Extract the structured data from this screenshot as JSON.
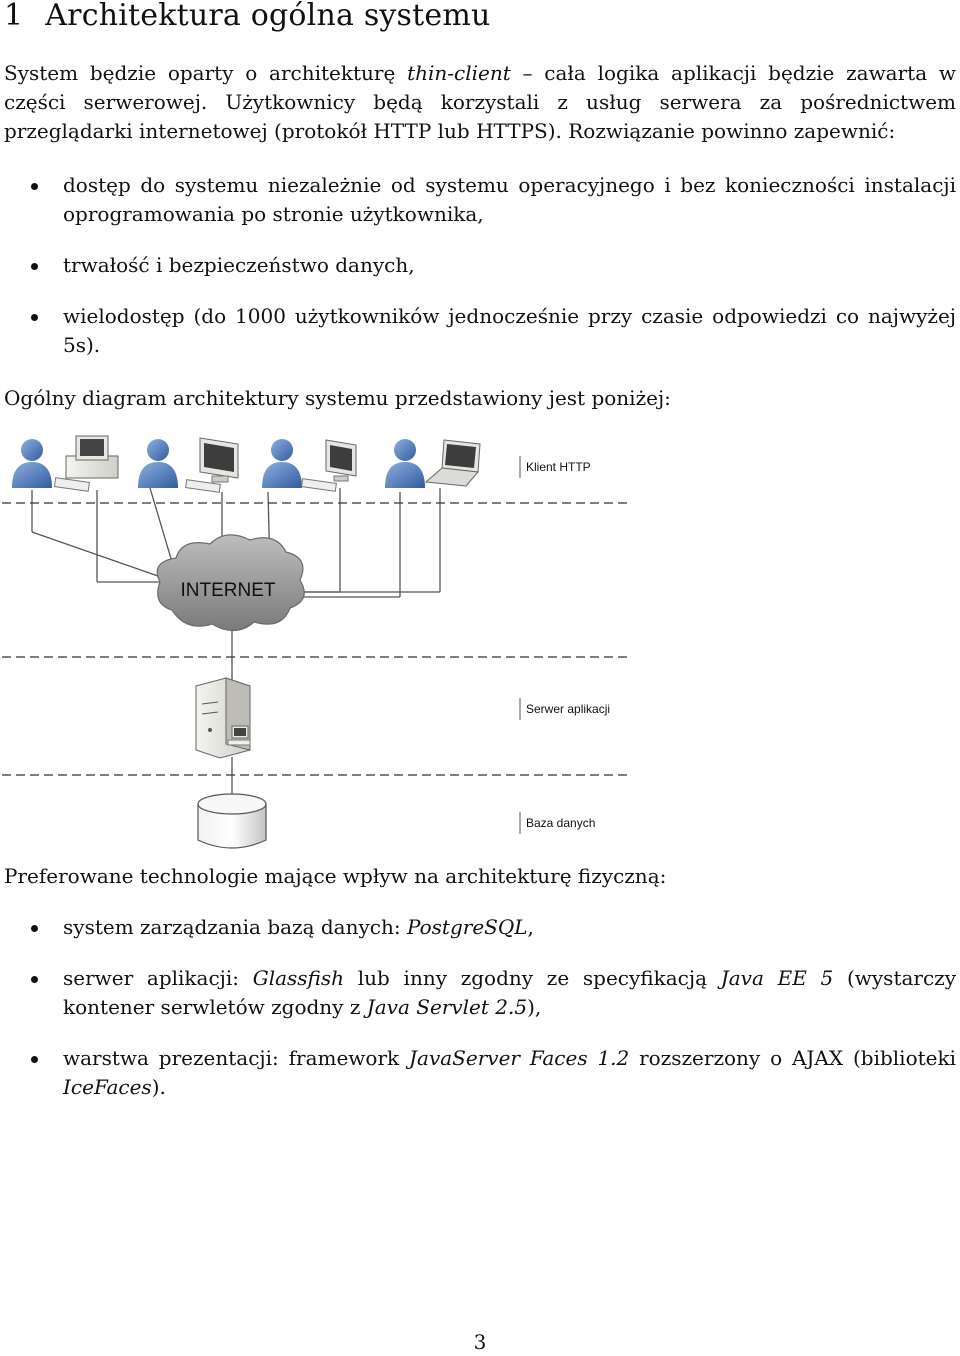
{
  "section": {
    "number": "1",
    "title": "Architektura ogólna systemu"
  },
  "intro": {
    "part1": "System będzie oparty o architekturę ",
    "part2_em": "thin-client",
    "part3": " – cała logika aplikacji będzie zawarta w części serwerowej. Użytkownicy będą korzystali z usług serwera za pośrednictwem przeglądarki internetowej (protokół HTTP lub HTTPS). Rozwiązanie powinno zapewnić:"
  },
  "requirements": [
    "dostęp do systemu niezależnie od systemu operacyjnego i bez konieczności instalacji oprogramowania po stronie użytkownika,",
    "trwałość i bezpieczeństwo danych,",
    "wielodostęp (do 1000 użytkowników jednocześnie przy czasie odpowiedzi co najwyżej 5s)."
  ],
  "diagram_intro": "Ogólny diagram architektury systemu przedstawiony jest poniżej:",
  "diagram": {
    "layer_client": "Klient HTTP",
    "internet_label": "INTERNET",
    "layer_server": "Serwer aplikacji",
    "layer_db": "Baza danych",
    "icons": [
      "user-icon",
      "desktop-computer-icon",
      "monitor-icon",
      "laptop-icon",
      "cloud-icon",
      "server-icon",
      "database-icon"
    ],
    "colors": {
      "user": "#3f6fb3",
      "cloud": "#8f8f8f",
      "line": "#555555"
    }
  },
  "tech_intro": "Preferowane technologie mające wpływ na architekturę fizyczną:",
  "technologies": [
    {
      "pre": "system zarządzania bazą danych: ",
      "em1": "PostgreSQL",
      "mid": ",",
      "em2": "",
      "post": "",
      "em3": "",
      "end": ""
    },
    {
      "pre": "serwer aplikacji: ",
      "em1": "Glassfish",
      "mid": " lub inny zgodny ze specyfikacją ",
      "em2": "Java EE 5",
      "post": " (wystarczy kontener serwletów zgodny z ",
      "em3": "Java Servlet 2.5",
      "end": "),"
    },
    {
      "pre": "warstwa prezentacji: framework ",
      "em1": "JavaServer Faces 1.2",
      "mid": " rozszerzony o AJAX (biblioteki ",
      "em2": "IceFaces",
      "post": ").",
      "em3": "",
      "end": ""
    }
  ],
  "page_number": "3"
}
